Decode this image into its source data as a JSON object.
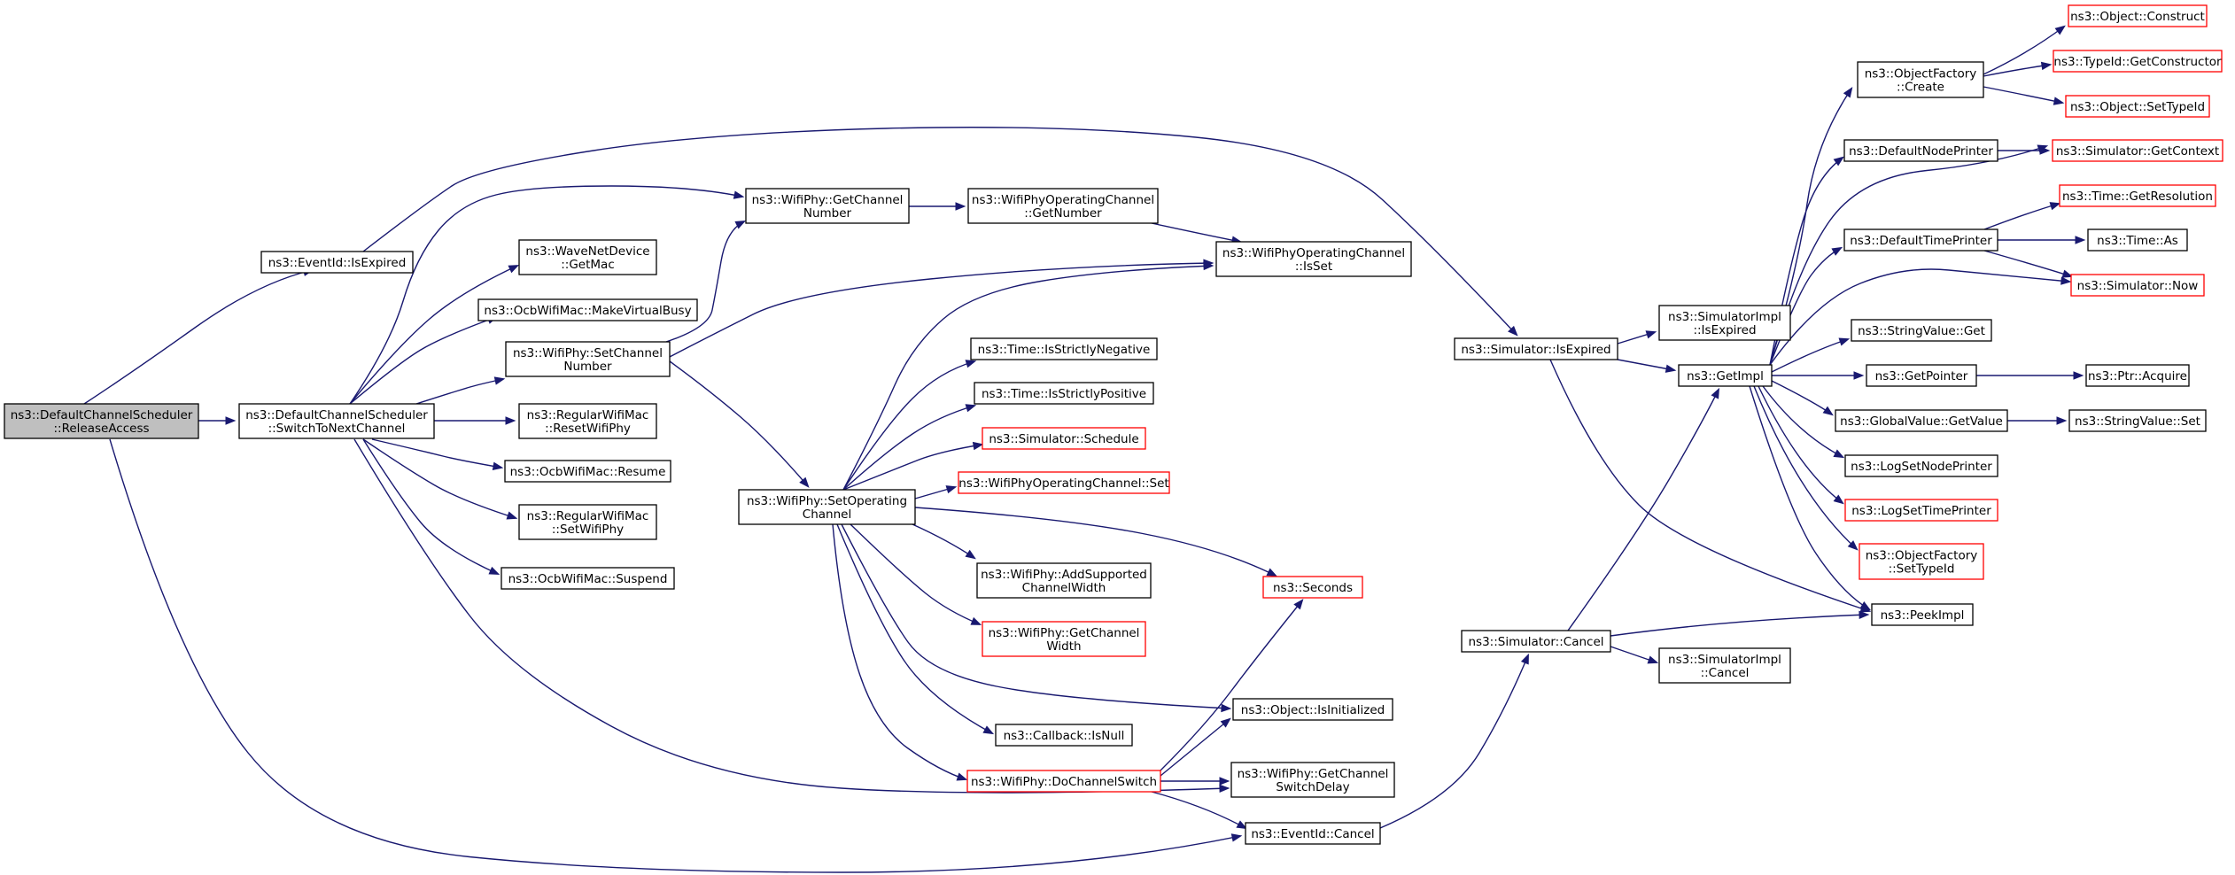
{
  "graph": {
    "nodes": [
      {
        "id": "release_access",
        "lines": [
          "ns3::DefaultChannelScheduler",
          "::ReleaseAccess"
        ],
        "style": "root"
      },
      {
        "id": "switch_to_next",
        "lines": [
          "ns3::DefaultChannelScheduler",
          "::SwitchToNextChannel"
        ],
        "style": "normal"
      },
      {
        "id": "eventid_isexpired",
        "lines": [
          "ns3::EventId::IsExpired"
        ],
        "style": "normal"
      },
      {
        "id": "wave_getmac",
        "lines": [
          "ns3::WaveNetDevice",
          "::GetMac"
        ],
        "style": "normal"
      },
      {
        "id": "ocb_makevirtualbusy",
        "lines": [
          "ns3::OcbWifiMac::MakeVirtualBusy"
        ],
        "style": "normal"
      },
      {
        "id": "wifiphy_setchannelnumber",
        "lines": [
          "ns3::WifiPhy::SetChannel",
          "Number"
        ],
        "style": "normal"
      },
      {
        "id": "regular_resetwifiphy",
        "lines": [
          "ns3::RegularWifiMac",
          "::ResetWifiPhy"
        ],
        "style": "normal"
      },
      {
        "id": "ocb_resume",
        "lines": [
          "ns3::OcbWifiMac::Resume"
        ],
        "style": "normal"
      },
      {
        "id": "regular_setwifiphy",
        "lines": [
          "ns3::RegularWifiMac",
          "::SetWifiPhy"
        ],
        "style": "normal"
      },
      {
        "id": "ocb_suspend",
        "lines": [
          "ns3::OcbWifiMac::Suspend"
        ],
        "style": "normal"
      },
      {
        "id": "wifiphy_getchannelnumber",
        "lines": [
          "ns3::WifiPhy::GetChannel",
          "Number"
        ],
        "style": "normal"
      },
      {
        "id": "opch_getnumber",
        "lines": [
          "ns3::WifiPhyOperatingChannel",
          "::GetNumber"
        ],
        "style": "normal"
      },
      {
        "id": "opch_isset",
        "lines": [
          "ns3::WifiPhyOperatingChannel",
          "::IsSet"
        ],
        "style": "normal"
      },
      {
        "id": "wifiphy_setoperatingchannel",
        "lines": [
          "ns3::WifiPhy::SetOperating",
          "Channel"
        ],
        "style": "normal"
      },
      {
        "id": "time_isstrictlynegative",
        "lines": [
          "ns3::Time::IsStrictlyNegative"
        ],
        "style": "normal"
      },
      {
        "id": "time_isstrictlypositive",
        "lines": [
          "ns3::Time::IsStrictlyPositive"
        ],
        "style": "normal"
      },
      {
        "id": "simulator_schedule",
        "lines": [
          "ns3::Simulator::Schedule"
        ],
        "style": "missing"
      },
      {
        "id": "opch_set",
        "lines": [
          "ns3::WifiPhyOperatingChannel::Set"
        ],
        "style": "missing"
      },
      {
        "id": "wifiphy_addsupportedchannelwidth",
        "lines": [
          "ns3::WifiPhy::AddSupported",
          "ChannelWidth"
        ],
        "style": "normal"
      },
      {
        "id": "wifiphy_getchannelwidth",
        "lines": [
          "ns3::WifiPhy::GetChannel",
          "Width"
        ],
        "style": "missing"
      },
      {
        "id": "seconds",
        "lines": [
          "ns3::Seconds"
        ],
        "style": "missing"
      },
      {
        "id": "callback_isnull",
        "lines": [
          "ns3::Callback::IsNull"
        ],
        "style": "normal"
      },
      {
        "id": "wifiphy_dochannelswitch",
        "lines": [
          "ns3::WifiPhy::DoChannelSwitch"
        ],
        "style": "missing"
      },
      {
        "id": "object_isinitialized",
        "lines": [
          "ns3::Object::IsInitialized"
        ],
        "style": "normal"
      },
      {
        "id": "wifiphy_getchannelswitchdelay",
        "lines": [
          "ns3::WifiPhy::GetChannel",
          "SwitchDelay"
        ],
        "style": "normal"
      },
      {
        "id": "eventid_cancel",
        "lines": [
          "ns3::EventId::Cancel"
        ],
        "style": "normal"
      },
      {
        "id": "simulator_isexpired",
        "lines": [
          "ns3::Simulator::IsExpired"
        ],
        "style": "normal"
      },
      {
        "id": "simulator_cancel",
        "lines": [
          "ns3::Simulator::Cancel"
        ],
        "style": "normal"
      },
      {
        "id": "simimpl_isexpired",
        "lines": [
          "ns3::SimulatorImpl",
          "::IsExpired"
        ],
        "style": "normal"
      },
      {
        "id": "simimpl_cancel",
        "lines": [
          "ns3::SimulatorImpl",
          "::Cancel"
        ],
        "style": "normal"
      },
      {
        "id": "getimpl",
        "lines": [
          "ns3::GetImpl"
        ],
        "style": "normal"
      },
      {
        "id": "peekimpl",
        "lines": [
          "ns3::PeekImpl"
        ],
        "style": "normal"
      },
      {
        "id": "objectfactory_create",
        "lines": [
          "ns3::ObjectFactory",
          "::Create"
        ],
        "style": "normal"
      },
      {
        "id": "defaultnodeprinter",
        "lines": [
          "ns3::DefaultNodePrinter"
        ],
        "style": "normal"
      },
      {
        "id": "defaulttimeprinter",
        "lines": [
          "ns3::DefaultTimePrinter"
        ],
        "style": "normal"
      },
      {
        "id": "stringvalue_get",
        "lines": [
          "ns3::StringValue::Get"
        ],
        "style": "normal"
      },
      {
        "id": "getpointer",
        "lines": [
          "ns3::GetPointer"
        ],
        "style": "normal"
      },
      {
        "id": "globalvalue_getvalue",
        "lines": [
          "ns3::GlobalValue::GetValue"
        ],
        "style": "normal"
      },
      {
        "id": "logsetnodeprinter",
        "lines": [
          "ns3::LogSetNodePrinter"
        ],
        "style": "normal"
      },
      {
        "id": "logsettimeprinter",
        "lines": [
          "ns3::LogSetTimePrinter"
        ],
        "style": "missing"
      },
      {
        "id": "objectfactory_settypeid",
        "lines": [
          "ns3::ObjectFactory",
          "::SetTypeId"
        ],
        "style": "missing"
      },
      {
        "id": "object_construct",
        "lines": [
          "ns3::Object::Construct"
        ],
        "style": "missing"
      },
      {
        "id": "typeid_getconstructor",
        "lines": [
          "ns3::TypeId::GetConstructor"
        ],
        "style": "missing"
      },
      {
        "id": "object_settypeid",
        "lines": [
          "ns3::Object::SetTypeId"
        ],
        "style": "missing"
      },
      {
        "id": "simulator_getcontext",
        "lines": [
          "ns3::Simulator::GetContext"
        ],
        "style": "missing"
      },
      {
        "id": "time_getresolution",
        "lines": [
          "ns3::Time::GetResolution"
        ],
        "style": "missing"
      },
      {
        "id": "time_as",
        "lines": [
          "ns3::Time::As"
        ],
        "style": "normal"
      },
      {
        "id": "simulator_now",
        "lines": [
          "ns3::Simulator::Now"
        ],
        "style": "missing"
      },
      {
        "id": "ptr_acquire",
        "lines": [
          "ns3::Ptr::Acquire"
        ],
        "style": "normal"
      },
      {
        "id": "stringvalue_set",
        "lines": [
          "ns3::StringValue::Set"
        ],
        "style": "normal"
      }
    ],
    "edges": [
      {
        "from": "release_access",
        "to": "switch_to_next"
      },
      {
        "from": "release_access",
        "to": "eventid_isexpired"
      },
      {
        "from": "release_access",
        "to": "eventid_cancel"
      },
      {
        "from": "eventid_isexpired",
        "to": "simulator_isexpired"
      },
      {
        "from": "switch_to_next",
        "to": "wave_getmac"
      },
      {
        "from": "switch_to_next",
        "to": "ocb_makevirtualbusy"
      },
      {
        "from": "switch_to_next",
        "to": "wifiphy_setchannelnumber"
      },
      {
        "from": "switch_to_next",
        "to": "regular_resetwifiphy"
      },
      {
        "from": "switch_to_next",
        "to": "ocb_resume"
      },
      {
        "from": "switch_to_next",
        "to": "regular_setwifiphy"
      },
      {
        "from": "switch_to_next",
        "to": "ocb_suspend"
      },
      {
        "from": "switch_to_next",
        "to": "wifiphy_getchannelnumber"
      },
      {
        "from": "switch_to_next",
        "to": "wifiphy_getchannelswitchdelay"
      },
      {
        "from": "wifiphy_getchannelnumber",
        "to": "opch_getnumber"
      },
      {
        "from": "opch_getnumber",
        "to": "opch_isset"
      },
      {
        "from": "wifiphy_setchannelnumber",
        "to": "wifiphy_getchannelnumber"
      },
      {
        "from": "wifiphy_setchannelnumber",
        "to": "opch_isset"
      },
      {
        "from": "wifiphy_setchannelnumber",
        "to": "wifiphy_setoperatingchannel"
      },
      {
        "from": "wifiphy_setoperatingchannel",
        "to": "opch_isset"
      },
      {
        "from": "wifiphy_setoperatingchannel",
        "to": "time_isstrictlynegative"
      },
      {
        "from": "wifiphy_setoperatingchannel",
        "to": "time_isstrictlypositive"
      },
      {
        "from": "wifiphy_setoperatingchannel",
        "to": "simulator_schedule"
      },
      {
        "from": "wifiphy_setoperatingchannel",
        "to": "opch_set"
      },
      {
        "from": "wifiphy_setoperatingchannel",
        "to": "seconds"
      },
      {
        "from": "wifiphy_setoperatingchannel",
        "to": "wifiphy_addsupportedchannelwidth"
      },
      {
        "from": "wifiphy_setoperatingchannel",
        "to": "wifiphy_getchannelwidth"
      },
      {
        "from": "wifiphy_setoperatingchannel",
        "to": "object_isinitialized"
      },
      {
        "from": "wifiphy_setoperatingchannel",
        "to": "callback_isnull"
      },
      {
        "from": "wifiphy_setoperatingchannel",
        "to": "wifiphy_dochannelswitch"
      },
      {
        "from": "wifiphy_dochannelswitch",
        "to": "seconds"
      },
      {
        "from": "wifiphy_dochannelswitch",
        "to": "object_isinitialized"
      },
      {
        "from": "wifiphy_dochannelswitch",
        "to": "wifiphy_getchannelswitchdelay"
      },
      {
        "from": "wifiphy_dochannelswitch",
        "to": "eventid_cancel"
      },
      {
        "from": "eventid_cancel",
        "to": "simulator_cancel"
      },
      {
        "from": "simulator_isexpired",
        "to": "simimpl_isexpired"
      },
      {
        "from": "simulator_isexpired",
        "to": "getimpl"
      },
      {
        "from": "simulator_isexpired",
        "to": "peekimpl"
      },
      {
        "from": "simulator_cancel",
        "to": "getimpl"
      },
      {
        "from": "simulator_cancel",
        "to": "peekimpl"
      },
      {
        "from": "simulator_cancel",
        "to": "simimpl_cancel"
      },
      {
        "from": "getimpl",
        "to": "objectfactory_create"
      },
      {
        "from": "getimpl",
        "to": "defaultnodeprinter"
      },
      {
        "from": "getimpl",
        "to": "simulator_getcontext"
      },
      {
        "from": "getimpl",
        "to": "defaulttimeprinter"
      },
      {
        "from": "getimpl",
        "to": "simulator_now"
      },
      {
        "from": "getimpl",
        "to": "stringvalue_get"
      },
      {
        "from": "getimpl",
        "to": "getpointer"
      },
      {
        "from": "getimpl",
        "to": "globalvalue_getvalue"
      },
      {
        "from": "getimpl",
        "to": "logsetnodeprinter"
      },
      {
        "from": "getimpl",
        "to": "logsettimeprinter"
      },
      {
        "from": "getimpl",
        "to": "objectfactory_settypeid"
      },
      {
        "from": "getimpl",
        "to": "peekimpl"
      },
      {
        "from": "objectfactory_create",
        "to": "object_construct"
      },
      {
        "from": "objectfactory_create",
        "to": "typeid_getconstructor"
      },
      {
        "from": "objectfactory_create",
        "to": "object_settypeid"
      },
      {
        "from": "defaultnodeprinter",
        "to": "simulator_getcontext"
      },
      {
        "from": "defaulttimeprinter",
        "to": "time_getresolution"
      },
      {
        "from": "defaulttimeprinter",
        "to": "time_as"
      },
      {
        "from": "defaulttimeprinter",
        "to": "simulator_now"
      },
      {
        "from": "getpointer",
        "to": "ptr_acquire"
      },
      {
        "from": "globalvalue_getvalue",
        "to": "stringvalue_set"
      }
    ]
  }
}
